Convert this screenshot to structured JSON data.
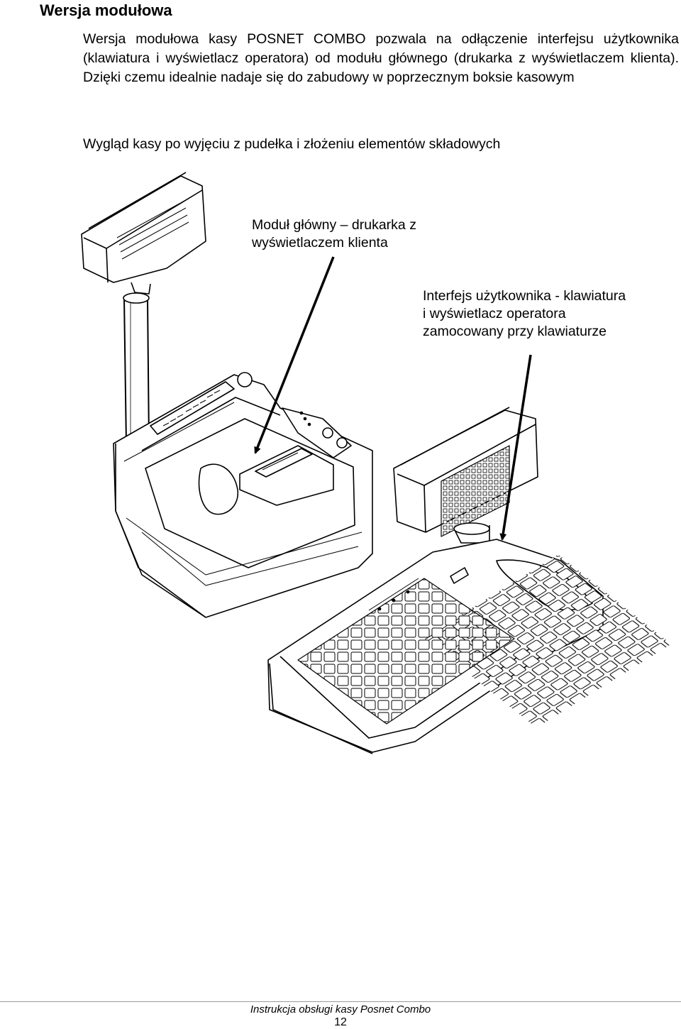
{
  "heading": "Wersja modułowa",
  "paragraph1": "Wersja modułowa kasy POSNET COMBO pozwala na odłączenie interfejsu użytkownika (klawiatura i wyświetlacz operatora) od modułu głównego (drukarka z wyświetlaczem klienta). Dzięki czemu idealnie nadaje się do zabudowy w poprzecznym boksie kasowym",
  "paragraph2": "Wygląd kasy po wyjęciu z pudełka i złożeniu elementów składowych",
  "callout_main": "Moduł główny – drukarka z\nwyświetlaczem klienta",
  "callout_interface": "Interfejs użytkownika - klawiatura\ni wyświetlacz operatora\nzamocowany przy klawiaturze",
  "footer": "Instrukcja obsługi kasy Posnet Combo",
  "page_number": "12"
}
